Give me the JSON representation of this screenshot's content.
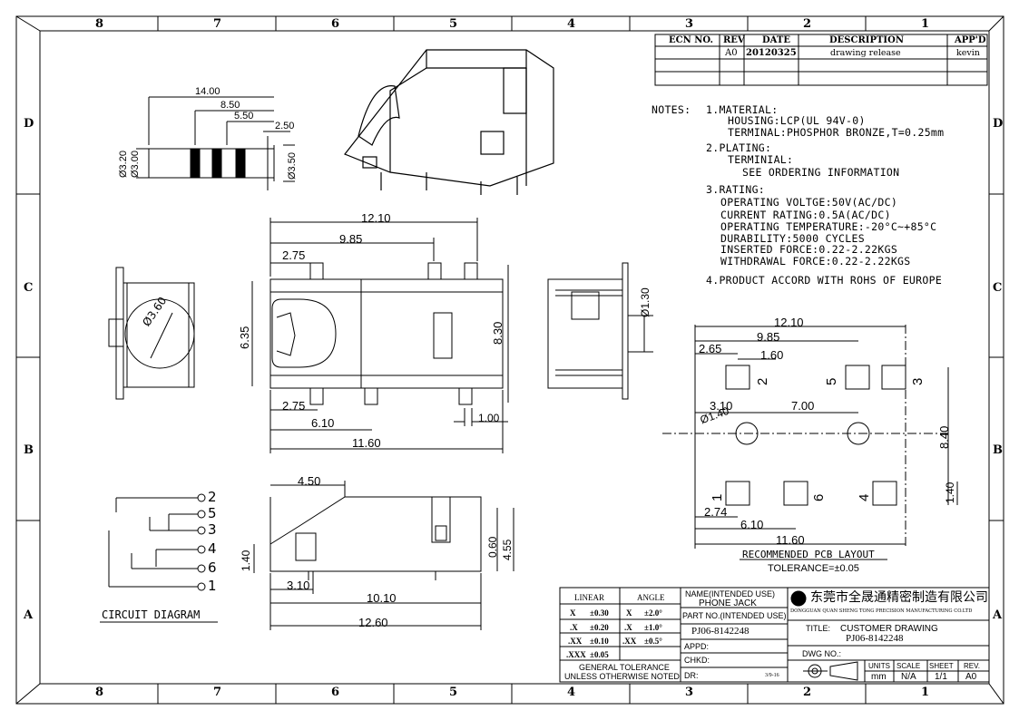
{
  "grid": {
    "columns": [
      "8",
      "7",
      "6",
      "5",
      "4",
      "3",
      "2",
      "1"
    ],
    "rows": [
      "D",
      "C",
      "B",
      "A"
    ]
  },
  "revision_table": {
    "headers": [
      "ECN NO.",
      "REV",
      "DATE",
      "DESCRIPTION",
      "APP'D"
    ],
    "row": {
      "ecn": "",
      "rev": "A0",
      "date": "20120325",
      "description": "drawing release",
      "appd": "kevin"
    }
  },
  "notes": {
    "heading": "NOTES:",
    "lines": [
      "1.MATERIAL:",
      "HOUSING:LCP(UL 94V-0)",
      "TERMINAL:PHOSPHOR BRONZE,T=0.25mm",
      "2.PLATING:",
      "TERMINIAL:",
      "SEE ORDERING INFORMATION",
      "3.RATING:",
      "OPERATING VOLTGE:50V(AC/DC)",
      "CURRENT RATING:0.5A(AC/DC)",
      "OPERATING TEMPERATURE:-20°C~+85°C",
      "DURABILITY:5000 CYCLES",
      "INSERTED FORCE:0.22-2.22KGS",
      "WITHDRAWAL FORCE:0.22-2.22KGS",
      "4.PRODUCT ACCORD WITH ROHS OF EUROPE"
    ]
  },
  "plug_dims": {
    "d1": "14.00",
    "d2": "8.50",
    "d3": "5.50",
    "d4": "2.50",
    "dia1": "Ø3.20",
    "dia2": "Ø3.00",
    "dia3": "Ø3.50"
  },
  "top_view_dims": {
    "w1": "12.10",
    "w2": "9.85",
    "w3": "2.75",
    "h1": "6.35",
    "h2": "8.30",
    "b1": "2.75",
    "b2": "6.10",
    "b3": "11.60",
    "b4": "1.00"
  },
  "front_view": {
    "dia": "Ø3.60"
  },
  "side_view": {
    "dia": "Ø1.30"
  },
  "side_bottom_dims": {
    "d1": "4.50",
    "d2": "1.40",
    "d3": "3.10",
    "d4": "10.10",
    "d5": "12.60",
    "d6": "0.60",
    "d7": "4.55"
  },
  "pcb_layout": {
    "dims": {
      "w1": "12.10",
      "w2": "9.85",
      "w3": "2.65",
      "w4": "1.60",
      "w5": "3.10",
      "w6": "7.00",
      "dia": "Ø1.40",
      "h1": "8.40",
      "h2": "1.40",
      "b1": "2.74",
      "b2": "6.10",
      "b3": "11.60"
    },
    "pad_labels": {
      "p2": "2",
      "p5": "5",
      "p3": "3",
      "p1": "1",
      "p6": "6",
      "p4": "4"
    },
    "title": "RECOMMENDED PCB LAYOUT",
    "tolerance": "TOLERANCE=±0.05"
  },
  "circuit": {
    "pins": [
      "2",
      "5",
      "3",
      "4",
      "6",
      "1"
    ],
    "title": "CIRCUIT DIAGRAM"
  },
  "tolerance_block": {
    "linear": "LINEAR",
    "angle": "ANGLE",
    "rows": [
      {
        "l": "X",
        "lv": "±0.30",
        "a": "X",
        "av": "±2.0°"
      },
      {
        "l": ".X",
        "lv": "±0.20",
        "a": ".X",
        "av": "±1.0°"
      },
      {
        "l": ".XX",
        "lv": "±0.10",
        "a": ".XX",
        "av": "±0.5°"
      },
      {
        "l": ".XXX",
        "lv": "±0.05",
        "a": "",
        "av": ""
      }
    ],
    "general": "GENERAL TOLERANCE",
    "unless": "UNLESS OTHERWISE NOTED"
  },
  "title_block": {
    "name_label": "NAME(INTENDED USE)",
    "name_value": "PHONE JACK",
    "part_label": "PART NO.(INTENDED USE)",
    "part_value": "PJ06-8142248",
    "appd": "APPD:",
    "chkd": "CHKD:",
    "dr": "DR:",
    "dr_date": "3/9-16",
    "company_cn": "东莞市全晟通精密制造有限公司",
    "company_en": "DONGGUAN QUAN SHENG TONG PRECISION MANUFACTURING CO.LTD",
    "title_label": "TITLE:",
    "title_value": "CUSTOMER DRAWING",
    "title_part": "PJ06-8142248",
    "dwg_label": "DWG NO.:",
    "units_label": "UNITS",
    "units_value": "mm",
    "scale_label": "SCALE",
    "scale_value": "N/A",
    "sheet_label": "SHEET",
    "sheet_value": "1/1",
    "rev_label": "REV.",
    "rev_value": "A0"
  }
}
